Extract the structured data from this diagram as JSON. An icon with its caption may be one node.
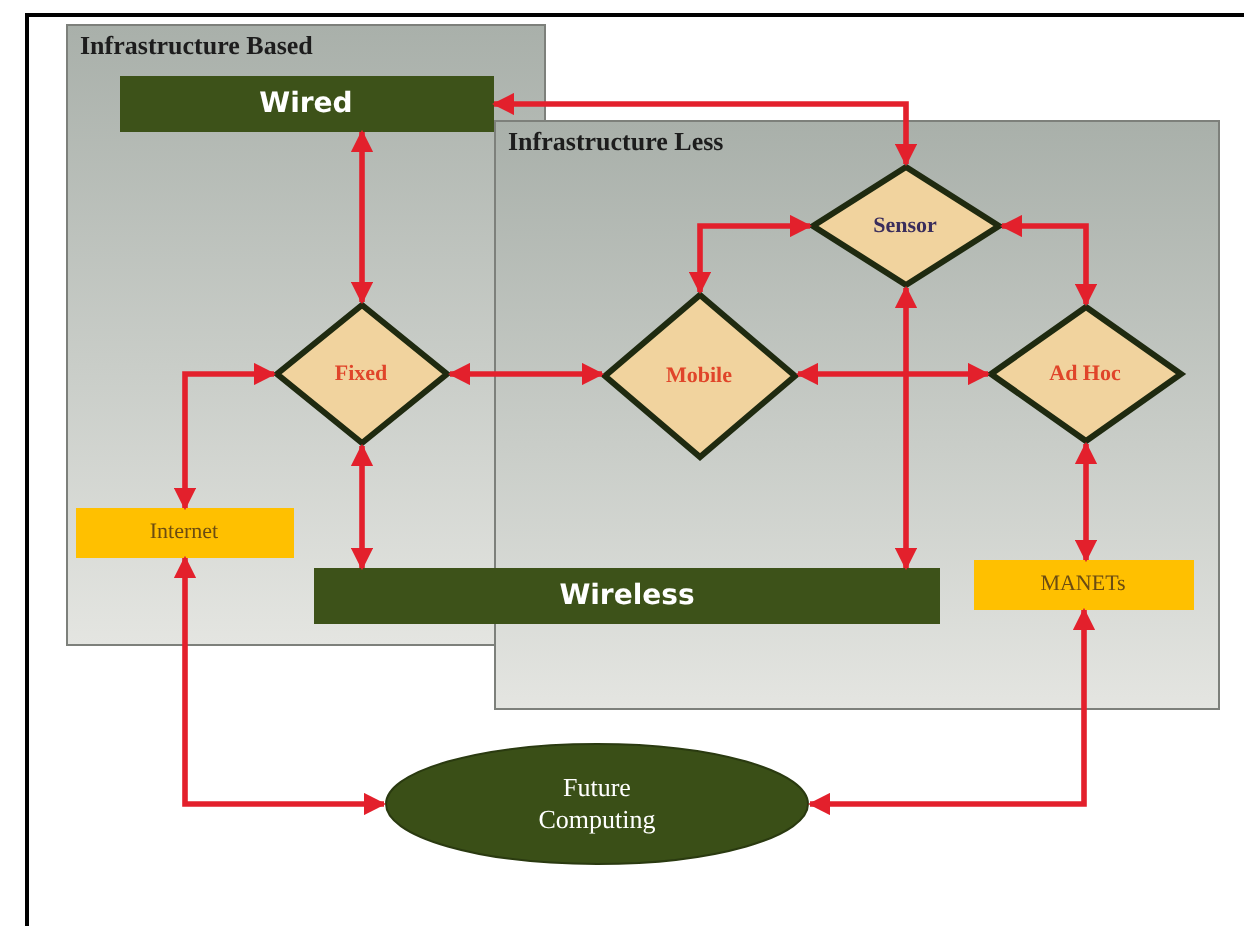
{
  "diagram": {
    "nodes": [
      {
        "text": [
          "Infrastructure Based"
        ]
      },
      {
        "text": [
          "Wired"
        ],
        "in": 0
      },
      {
        "text": [
          "Infrastructure Less"
        ]
      },
      {
        "text": [
          "Sensor"
        ],
        "in": 2
      },
      {
        "text": [
          "Fixed"
        ],
        "in": 0
      },
      {
        "text": [
          "Mobile"
        ],
        "in": 2
      },
      {
        "text": [
          "Ad Hoc"
        ],
        "in": 2
      },
      {
        "text": [
          "Internet"
        ],
        "in": 0
      },
      {
        "text": [
          "Wireless"
        ]
      },
      {
        "text": [
          "MANETs"
        ],
        "in": 2
      },
      {
        "text": [
          "Future Computing"
        ]
      }
    ],
    "edges": [
      {
        "from": 1,
        "to": 3,
        "arrow": "both"
      },
      {
        "from": 1,
        "to": 4,
        "arrow": "both"
      },
      {
        "from": 4,
        "to": 7,
        "arrow": "both"
      },
      {
        "from": 4,
        "to": 8,
        "arrow": "both"
      },
      {
        "from": 4,
        "to": 5,
        "arrow": "both"
      },
      {
        "from": 3,
        "to": 5,
        "arrow": "both"
      },
      {
        "from": 3,
        "to": 6,
        "arrow": "both"
      },
      {
        "from": 3,
        "to": 8,
        "arrow": "both"
      },
      {
        "from": 5,
        "to": 6,
        "arrow": "both"
      },
      {
        "from": 6,
        "to": 9,
        "arrow": "both"
      },
      {
        "from": 7,
        "to": 10,
        "arrow": "both"
      },
      {
        "from": 9,
        "to": 10,
        "arrow": "both"
      }
    ]
  }
}
